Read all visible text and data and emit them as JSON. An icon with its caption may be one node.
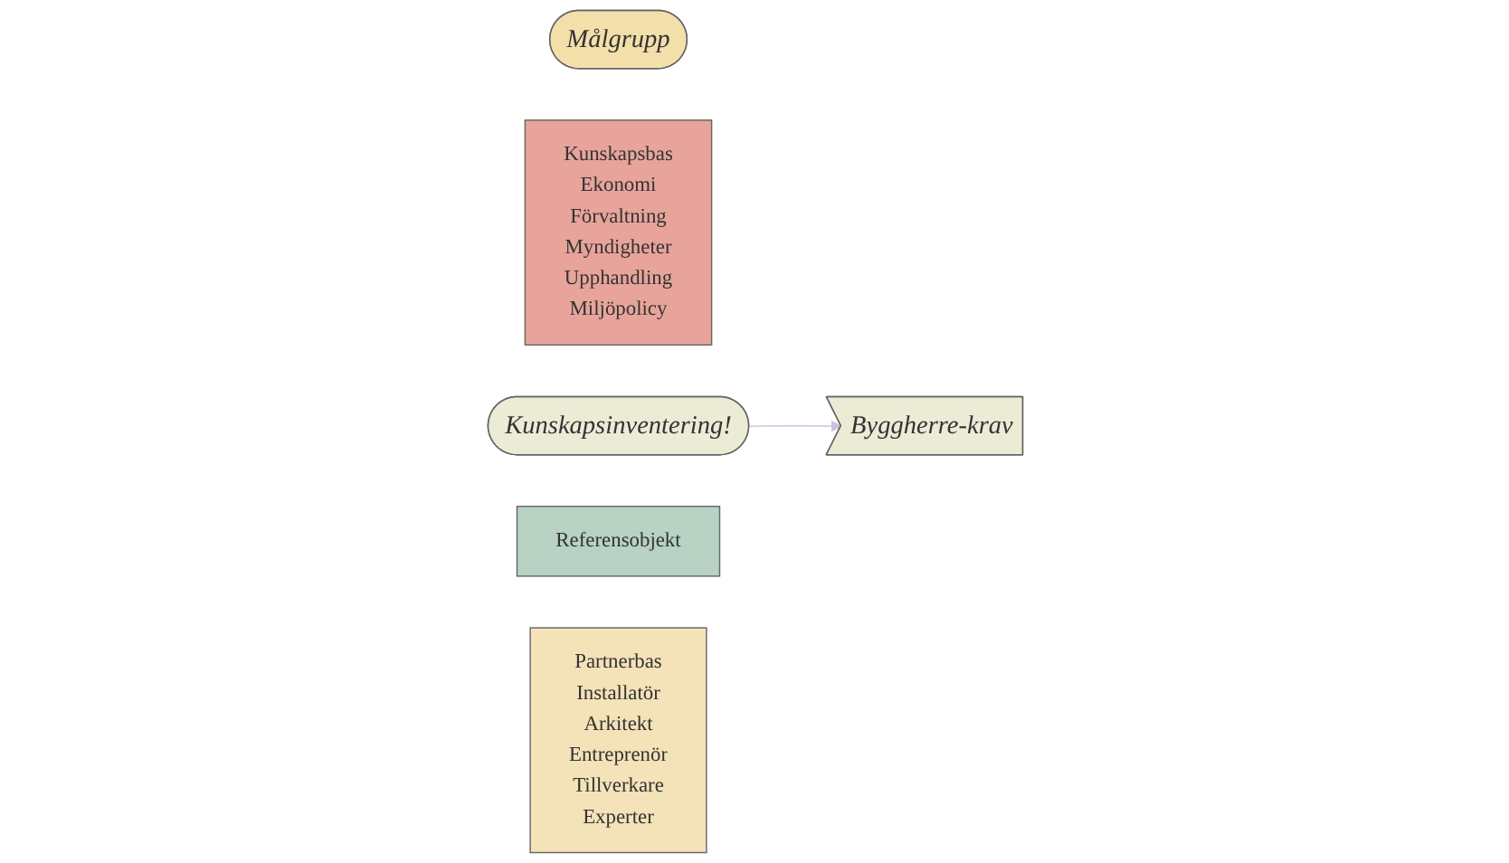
{
  "diagram": {
    "nodes": [
      {
        "text": [
          "Målgrupp"
        ]
      },
      {
        "text": [
          "Kunskapsbas",
          "Ekonomi",
          "Förvaltning",
          "Myndigheter",
          "Upphandling",
          "Miljöpolicy"
        ]
      },
      {
        "text": [
          "Kunskapsinventering!"
        ]
      },
      {
        "text": [
          "Byggherre-krav"
        ]
      },
      {
        "text": [
          "Referensobjekt"
        ]
      },
      {
        "text": [
          "Partnerbas",
          "Installatör",
          "Arkitekt",
          "Entreprenör",
          "Tillverkare",
          "Experter"
        ]
      }
    ],
    "edges": [
      {
        "from": 2,
        "to": 3,
        "arrow": "to",
        "color": "#c9c4de"
      }
    ]
  }
}
